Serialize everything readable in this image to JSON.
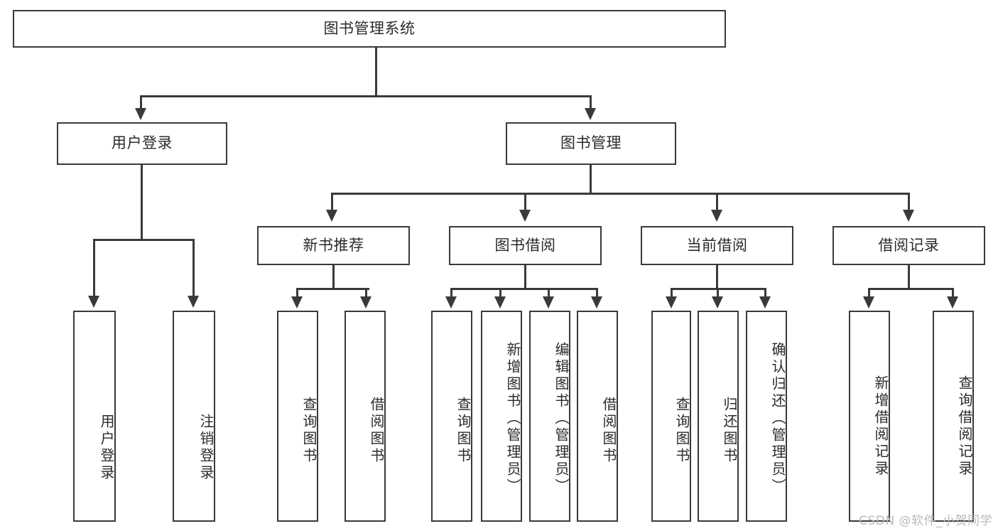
{
  "diagram": {
    "title": "图书管理系统",
    "watermark": "CSDN @软件_小贺同学",
    "colors": {
      "stroke": "#3a3a3a",
      "text": "#2b2b2b",
      "background": "#ffffff",
      "watermark": "#b9b9b9"
    },
    "root": {
      "label": "图书管理系统"
    },
    "level2": [
      {
        "label": "用户登录"
      },
      {
        "label": "图书管理"
      }
    ],
    "level3": [
      {
        "label": "新书推荐"
      },
      {
        "label": "图书借阅"
      },
      {
        "label": "当前借阅"
      },
      {
        "label": "借阅记录"
      }
    ],
    "leaves": {
      "user_login": [
        {
          "label": "用户登录"
        },
        {
          "label": "注销登录"
        }
      ],
      "new_book_recommend": [
        {
          "label": "查询图书"
        },
        {
          "label": "借阅图书"
        }
      ],
      "book_borrow": [
        {
          "label": "查询图书"
        },
        {
          "label": "新增图书（管理员）"
        },
        {
          "label": "编辑图书（管理员）"
        },
        {
          "label": "借阅图书"
        }
      ],
      "current_borrow": [
        {
          "label": "查询图书"
        },
        {
          "label": "归还图书"
        },
        {
          "label": "确认归还（管理员）"
        }
      ],
      "borrow_record": [
        {
          "label": "新增借阅记录"
        },
        {
          "label": "查询借阅记录"
        }
      ]
    }
  },
  "chart_data": {
    "type": "table",
    "title": "图书管理系统 功能结构图",
    "nodes": [
      {
        "id": "root",
        "label": "图书管理系统",
        "level": 1,
        "parent": null
      },
      {
        "id": "n-user-login",
        "label": "用户登录",
        "level": 2,
        "parent": "root"
      },
      {
        "id": "n-book-mgmt",
        "label": "图书管理",
        "level": 2,
        "parent": "root"
      },
      {
        "id": "n-new-book",
        "label": "新书推荐",
        "level": 3,
        "parent": "n-book-mgmt"
      },
      {
        "id": "n-book-borrow",
        "label": "图书借阅",
        "level": 3,
        "parent": "n-book-mgmt"
      },
      {
        "id": "n-current-borrow",
        "label": "当前借阅",
        "level": 3,
        "parent": "n-book-mgmt"
      },
      {
        "id": "n-borrow-record",
        "label": "借阅记录",
        "level": 3,
        "parent": "n-book-mgmt"
      },
      {
        "id": "l1",
        "label": "用户登录",
        "level": 4,
        "parent": "n-user-login"
      },
      {
        "id": "l2",
        "label": "注销登录",
        "level": 4,
        "parent": "n-user-login"
      },
      {
        "id": "l3",
        "label": "查询图书",
        "level": 4,
        "parent": "n-new-book"
      },
      {
        "id": "l4",
        "label": "借阅图书",
        "level": 4,
        "parent": "n-new-book"
      },
      {
        "id": "l5",
        "label": "查询图书",
        "level": 4,
        "parent": "n-book-borrow"
      },
      {
        "id": "l6",
        "label": "新增图书（管理员）",
        "level": 4,
        "parent": "n-book-borrow"
      },
      {
        "id": "l7",
        "label": "编辑图书（管理员）",
        "level": 4,
        "parent": "n-book-borrow"
      },
      {
        "id": "l8",
        "label": "借阅图书",
        "level": 4,
        "parent": "n-book-borrow"
      },
      {
        "id": "l9",
        "label": "查询图书",
        "level": 4,
        "parent": "n-current-borrow"
      },
      {
        "id": "l10",
        "label": "归还图书",
        "level": 4,
        "parent": "n-current-borrow"
      },
      {
        "id": "l11",
        "label": "确认归还（管理员）",
        "level": 4,
        "parent": "n-current-borrow"
      },
      {
        "id": "l12",
        "label": "新增借阅记录",
        "level": 4,
        "parent": "n-borrow-record"
      },
      {
        "id": "l13",
        "label": "查询借阅记录",
        "level": 4,
        "parent": "n-borrow-record"
      }
    ]
  }
}
